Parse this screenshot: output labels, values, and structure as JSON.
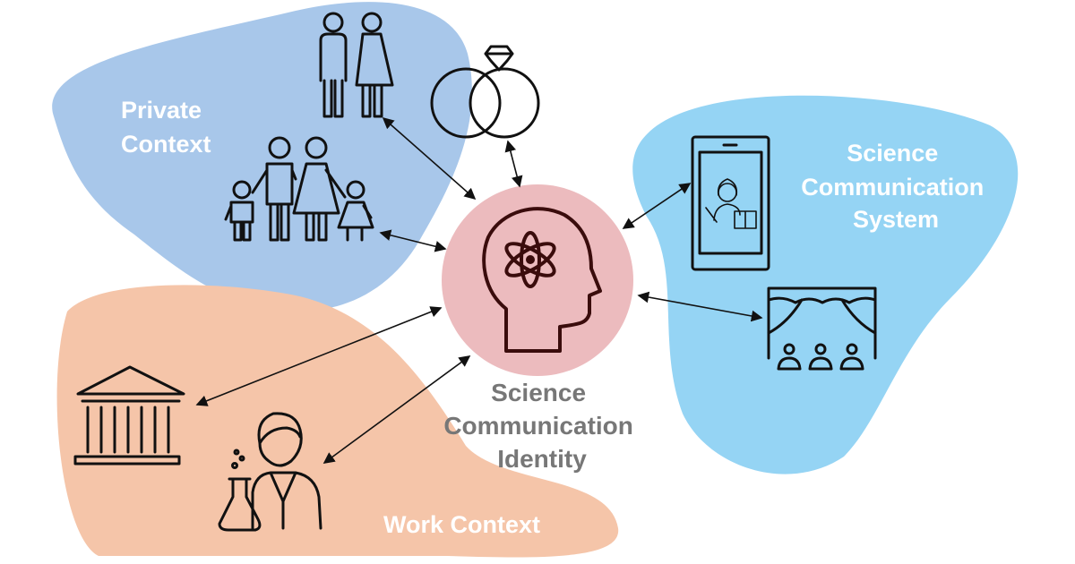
{
  "labels": {
    "private": [
      "Private",
      "Context"
    ],
    "system": [
      "Science",
      "Communication",
      "System"
    ],
    "work": "Work Context",
    "identity": [
      "Science",
      "Communication",
      "Identity"
    ]
  },
  "colors": {
    "private": "#a8c7ea",
    "system": "#95d4f4",
    "work": "#f5c5a9",
    "identity": "#ecbbbe",
    "identity_text": "#777777",
    "label_text": "#ffffff"
  }
}
